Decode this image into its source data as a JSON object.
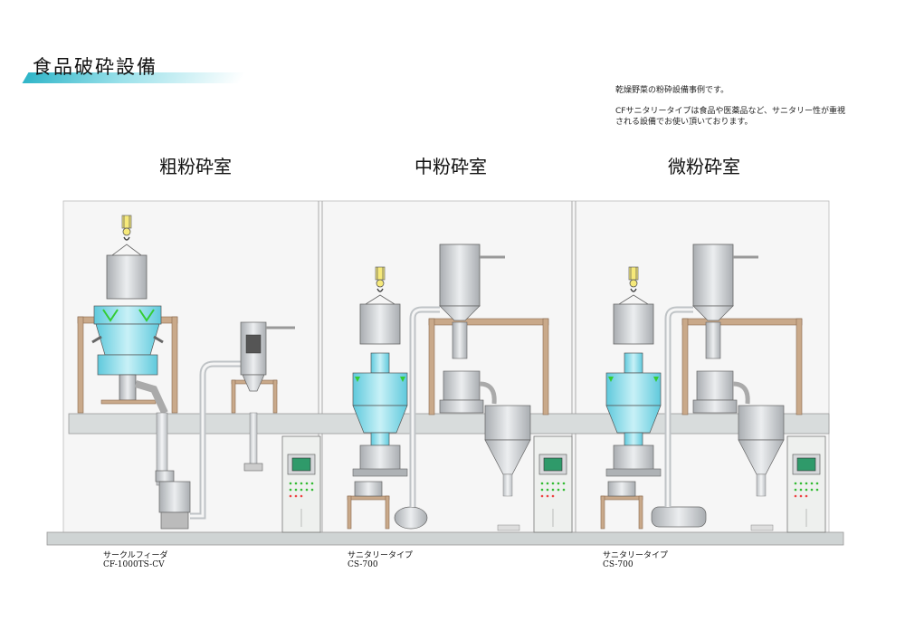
{
  "page": {
    "title": "食品破砕設備",
    "description": [
      "乾燥野菜の粉砕設備事例です。",
      "CFサニタリータイプは食品や医薬品など、サニタリー性が重視",
      "される設備でお使い頂いております。"
    ]
  },
  "rooms": [
    {
      "name": "粗粉砕室",
      "machine": "サークルフィーダ",
      "model": "CF-1000TS-CV"
    },
    {
      "name": "中粉砕室",
      "machine": "サニタリータイプ",
      "model": "CS-700"
    },
    {
      "name": "微粉砕室",
      "machine": "サニタリータイプ",
      "model": "CS-700"
    }
  ],
  "colors": {
    "wall": "#f3f3f3",
    "floor": "#d8dcdc",
    "frame": "#c9a98a",
    "cyan": "#7fd7e6",
    "steel": "#d4d6d8",
    "panel": "#eef0ee",
    "sign": "#39c039"
  }
}
